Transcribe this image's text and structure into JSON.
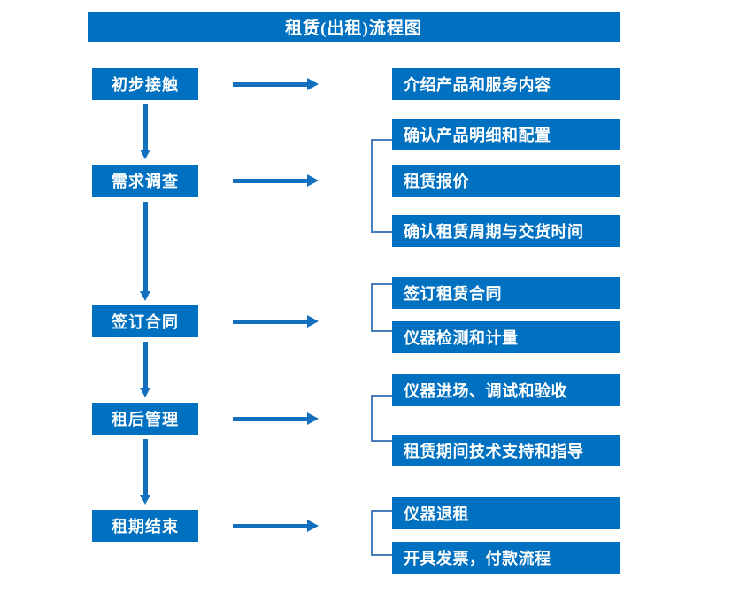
{
  "diagram": {
    "title": "租赁(出租)流程图",
    "accent_color": "#0070C0",
    "arrow_color": "#1270BE",
    "bracket_color": "#4A7EBB",
    "text_color": "#FFFFFF"
  },
  "stages": [
    {
      "label": "初步接触"
    },
    {
      "label": "需求调查"
    },
    {
      "label": "签订合同"
    },
    {
      "label": "租后管理"
    },
    {
      "label": "租期结束"
    }
  ],
  "details": [
    {
      "label": "介绍产品和服务内容"
    },
    {
      "label": "确认产品明细和配置"
    },
    {
      "label": "租赁报价"
    },
    {
      "label": "确认租赁周期与交货时间"
    },
    {
      "label": "签订租赁合同"
    },
    {
      "label": "仪器检测和计量"
    },
    {
      "label": "仪器进场、调试和验收"
    },
    {
      "label": "租赁期间技术支持和指导"
    },
    {
      "label": "仪器退租"
    },
    {
      "label": "开具发票，付款流程"
    }
  ]
}
